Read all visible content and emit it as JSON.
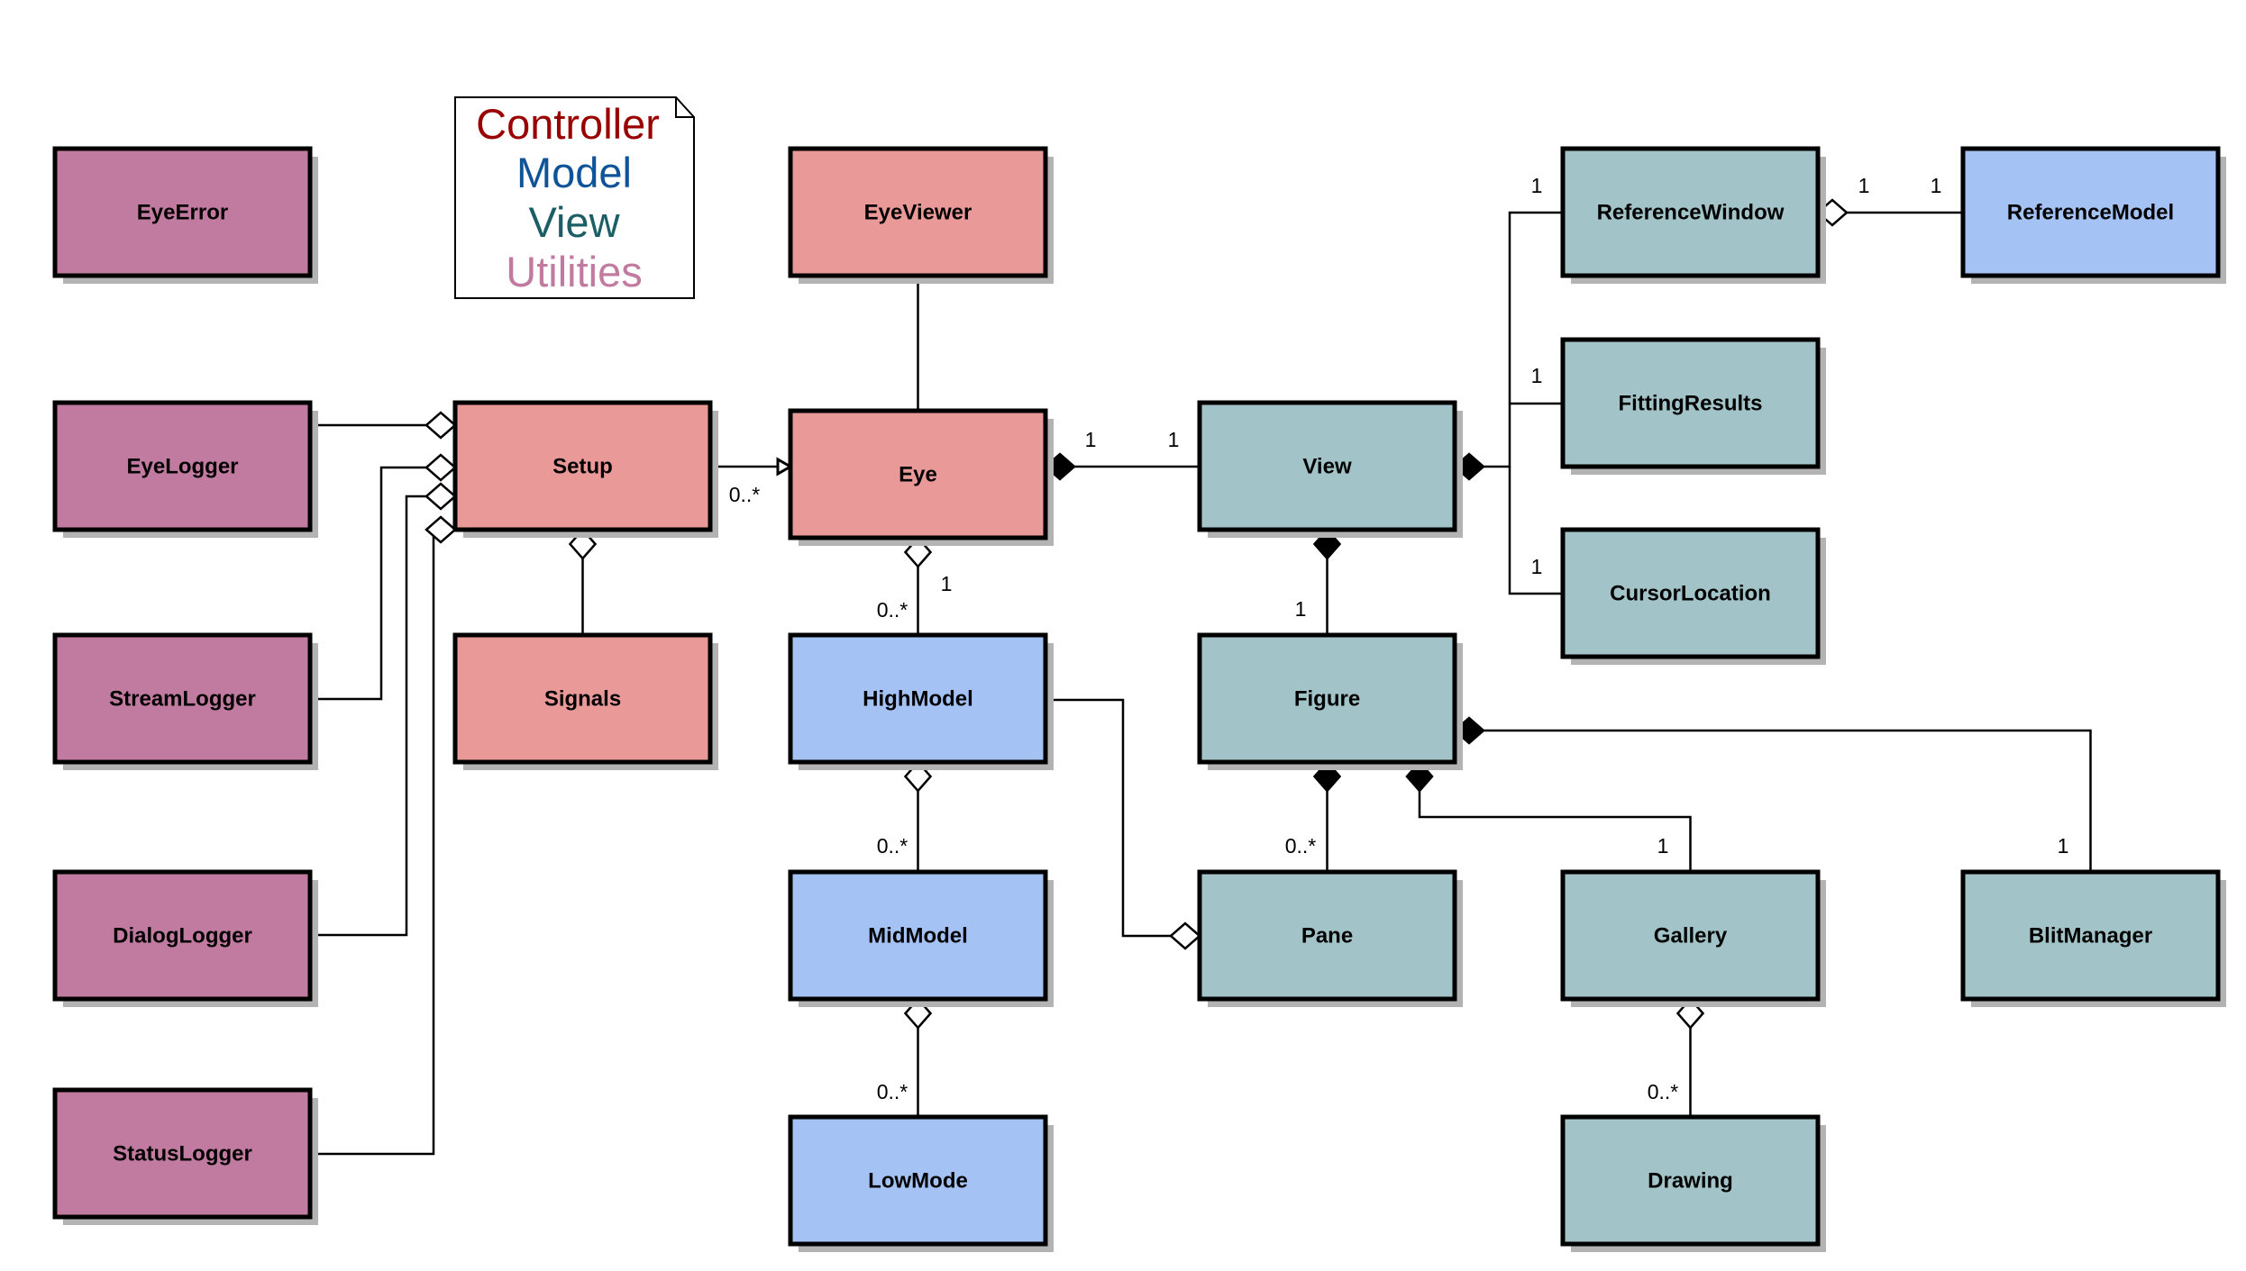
{
  "legend": {
    "items": [
      {
        "label": "Controller",
        "color": "#990000"
      },
      {
        "label": "Model",
        "color": "#0F5499"
      },
      {
        "label": "View",
        "color": "#1B5E66"
      },
      {
        "label": "Utilities",
        "color": "#C27BA0"
      }
    ]
  },
  "category_colors": {
    "controller": "#EA9999",
    "model": "#A4C2F4",
    "view": "#A2C4C9",
    "utilities": "#C27BA0"
  },
  "classes": [
    {
      "id": "EyeError",
      "name": "EyeError",
      "category": "utilities"
    },
    {
      "id": "EyeLogger",
      "name": "EyeLogger",
      "category": "utilities"
    },
    {
      "id": "StreamLogger",
      "name": "StreamLogger",
      "category": "utilities"
    },
    {
      "id": "DialogLogger",
      "name": "DialogLogger",
      "category": "utilities"
    },
    {
      "id": "StatusLogger",
      "name": "StatusLogger",
      "category": "utilities"
    },
    {
      "id": "Setup",
      "name": "Setup",
      "category": "controller"
    },
    {
      "id": "Signals",
      "name": "Signals",
      "category": "controller"
    },
    {
      "id": "EyeViewer",
      "name": "EyeViewer",
      "category": "controller"
    },
    {
      "id": "Eye",
      "name": "Eye",
      "category": "controller"
    },
    {
      "id": "HighModel",
      "name": "HighModel",
      "category": "model"
    },
    {
      "id": "MidModel",
      "name": "MidModel",
      "category": "model"
    },
    {
      "id": "LowMode",
      "name": "LowMode",
      "category": "model"
    },
    {
      "id": "ReferenceModel",
      "name": "ReferenceModel",
      "category": "model"
    },
    {
      "id": "View",
      "name": "View",
      "category": "view"
    },
    {
      "id": "Figure",
      "name": "Figure",
      "category": "view"
    },
    {
      "id": "Pane",
      "name": "Pane",
      "category": "view"
    },
    {
      "id": "Gallery",
      "name": "Gallery",
      "category": "view"
    },
    {
      "id": "Drawing",
      "name": "Drawing",
      "category": "view"
    },
    {
      "id": "BlitManager",
      "name": "BlitManager",
      "category": "view"
    },
    {
      "id": "ReferenceWindow",
      "name": "ReferenceWindow",
      "category": "view"
    },
    {
      "id": "FittingResults",
      "name": "FittingResults",
      "category": "view"
    },
    {
      "id": "CursorLocation",
      "name": "CursorLocation",
      "category": "view"
    }
  ],
  "relationships": [
    {
      "id": "eyelogger-setup",
      "from": "EyeLogger",
      "to": "Setup",
      "type": "aggregation",
      "multiplicities": []
    },
    {
      "id": "streamlogger-setup",
      "from": "StreamLogger",
      "to": "Setup",
      "type": "aggregation",
      "multiplicities": []
    },
    {
      "id": "dialoglogger-setup",
      "from": "DialogLogger",
      "to": "Setup",
      "type": "aggregation",
      "multiplicities": []
    },
    {
      "id": "statuslogger-setup",
      "from": "StatusLogger",
      "to": "Setup",
      "type": "aggregation",
      "multiplicities": []
    },
    {
      "id": "signals-setup",
      "from": "Signals",
      "to": "Setup",
      "type": "aggregation",
      "multiplicities": []
    },
    {
      "id": "setup-eye",
      "from": "Setup",
      "to": "Eye",
      "type": "directed-association",
      "multiplicities": [
        "0..*"
      ]
    },
    {
      "id": "eyeviewer-eye",
      "from": "EyeViewer",
      "to": "Eye",
      "type": "association",
      "multiplicities": []
    },
    {
      "id": "view-eye",
      "from": "View",
      "to": "Eye",
      "type": "composition",
      "multiplicities": [
        "1",
        "1"
      ]
    },
    {
      "id": "highmodel-eye",
      "from": "HighModel",
      "to": "Eye",
      "type": "aggregation",
      "multiplicities": [
        "0..*",
        "1"
      ]
    },
    {
      "id": "midmodel-highmodel",
      "from": "MidModel",
      "to": "HighModel",
      "type": "aggregation",
      "multiplicities": [
        "0..*"
      ]
    },
    {
      "id": "lowmode-midmodel",
      "from": "LowMode",
      "to": "MidModel",
      "type": "aggregation",
      "multiplicities": [
        "0..*"
      ]
    },
    {
      "id": "highmodel-pane",
      "from": "HighModel",
      "to": "Pane",
      "type": "aggregation",
      "multiplicities": []
    },
    {
      "id": "figure-view",
      "from": "Figure",
      "to": "View",
      "type": "composition",
      "multiplicities": [
        "1"
      ]
    },
    {
      "id": "referencewindow-view",
      "from": "ReferenceWindow",
      "to": "View",
      "type": "composition",
      "multiplicities": [
        "1"
      ]
    },
    {
      "id": "fittingresults-view",
      "from": "FittingResults",
      "to": "View",
      "type": "composition",
      "multiplicities": [
        "1"
      ]
    },
    {
      "id": "cursorlocation-view",
      "from": "CursorLocation",
      "to": "View",
      "type": "composition",
      "multiplicities": [
        "1"
      ]
    },
    {
      "id": "referencemodel-referencewindow",
      "from": "ReferenceModel",
      "to": "ReferenceWindow",
      "type": "aggregation",
      "multiplicities": [
        "1",
        "1"
      ]
    },
    {
      "id": "pane-figure",
      "from": "Pane",
      "to": "Figure",
      "type": "composition",
      "multiplicities": [
        "0..*"
      ]
    },
    {
      "id": "gallery-figure",
      "from": "Gallery",
      "to": "Figure",
      "type": "composition",
      "multiplicities": [
        "1"
      ]
    },
    {
      "id": "blitmanager-figure",
      "from": "BlitManager",
      "to": "Figure",
      "type": "composition",
      "multiplicities": [
        "1"
      ]
    },
    {
      "id": "drawing-gallery",
      "from": "Drawing",
      "to": "Gallery",
      "type": "aggregation",
      "multiplicities": [
        "0..*"
      ]
    }
  ]
}
